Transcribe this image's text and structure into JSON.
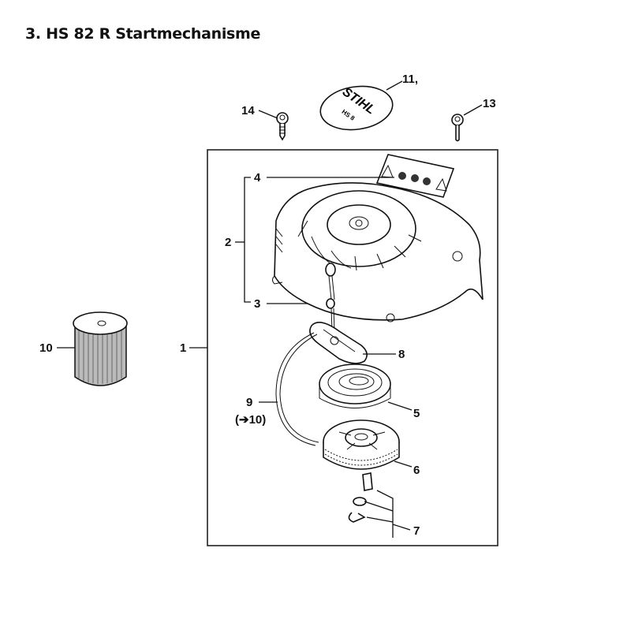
{
  "title": "3. HS 82 R Startmechanisme",
  "decal_text": {
    "brand": "STIHL",
    "model": "HS 8"
  },
  "labels": {
    "p1": "1",
    "p2": "2",
    "p3": "3",
    "p4": "4",
    "p5": "5",
    "p6": "6",
    "p7": "7",
    "p8": "8",
    "p9": "9",
    "p9_ref": "(➔10)",
    "p10": "10",
    "p11": "11,",
    "p13": "13",
    "p14": "14"
  }
}
